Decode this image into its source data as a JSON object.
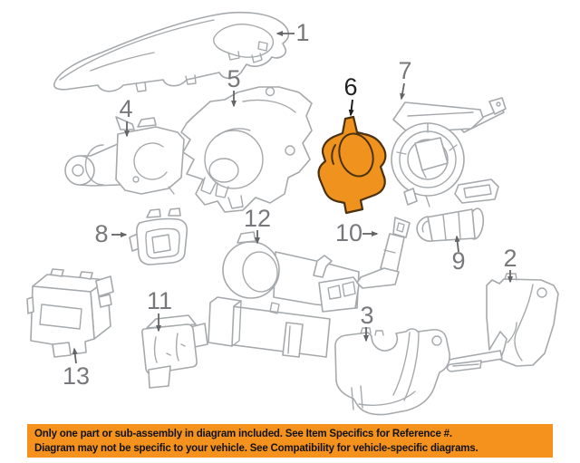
{
  "diagram": {
    "line_color": "#a6a9ac",
    "label_color": "#77787b",
    "arrow_color": "#646567",
    "highlighted_ref": "6",
    "highlight_fill": "#F0921E",
    "highlight_outline": "#4a3110",
    "highlight_label_color": "#1f1f1f",
    "labels": [
      {
        "ref": "1"
      },
      {
        "ref": "2"
      },
      {
        "ref": "3"
      },
      {
        "ref": "4"
      },
      {
        "ref": "5"
      },
      {
        "ref": "6"
      },
      {
        "ref": "7"
      },
      {
        "ref": "8"
      },
      {
        "ref": "9"
      },
      {
        "ref": "10"
      },
      {
        "ref": "11"
      },
      {
        "ref": "12"
      },
      {
        "ref": "13"
      }
    ]
  },
  "banner": {
    "background": "#F5921E",
    "text_color": "#121212",
    "line1": "Only one part or sub-assembly in diagram included. See Item Specifics for Reference #.",
    "line2": "Diagram may not be specific to your vehicle. See Compatibility for vehicle-specific diagrams."
  }
}
